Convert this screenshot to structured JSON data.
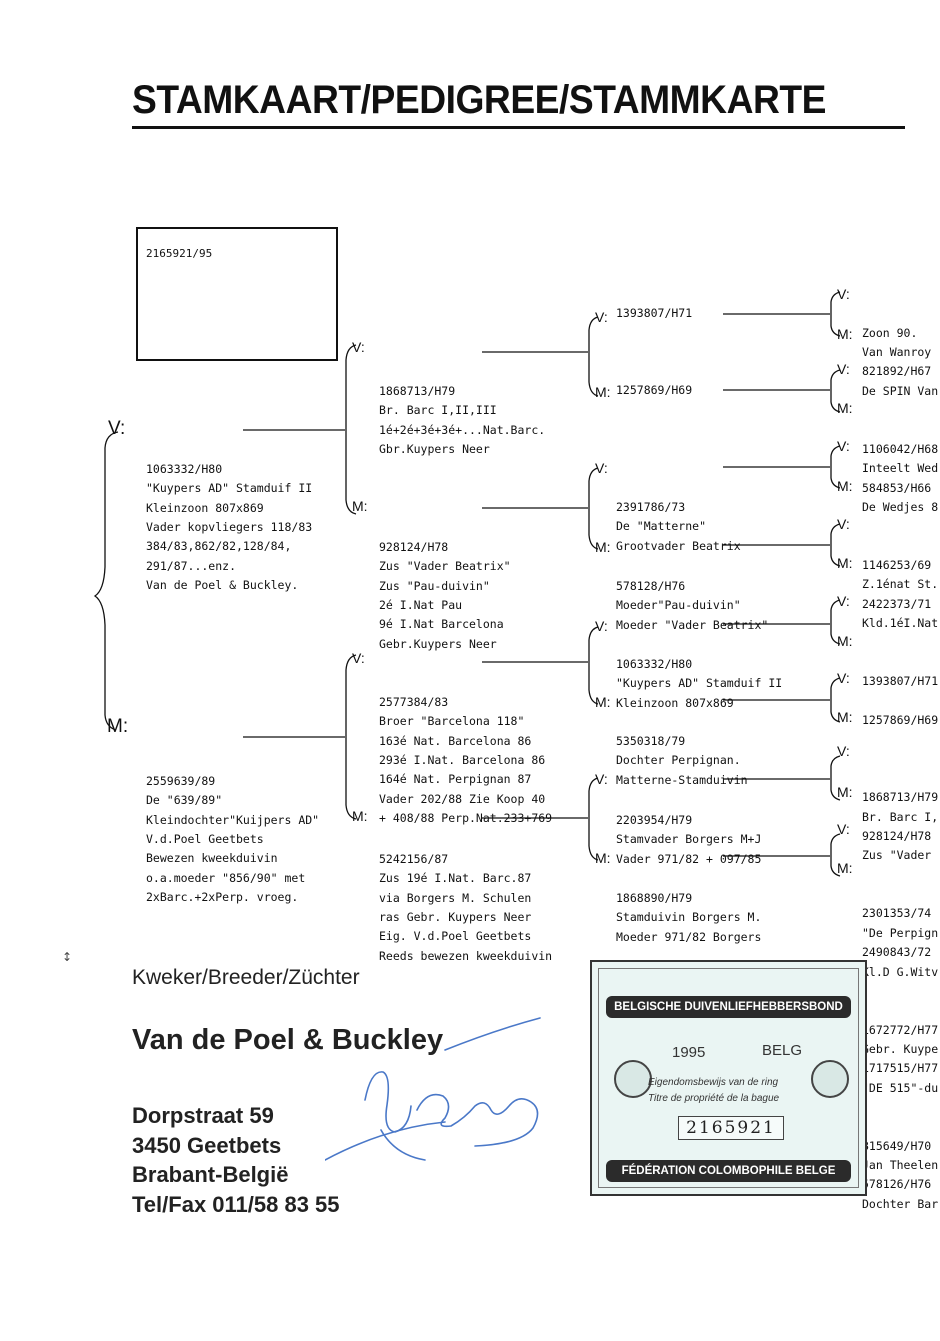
{
  "title": "STAMKAART/PEDIGREE/STAMMKARTE",
  "photo_ring": "2165921/95",
  "labels": {
    "v": "V:",
    "m": "M:"
  },
  "gen1": {
    "sire": [
      "1063332/H80",
      "\"Kuypers AD\" Stamduif II",
      "Kleinzoon 807x869",
      "Vader kopvliegers 118/83",
      "384/83,862/82,128/84,",
      "291/87...enz.",
      "Van de Poel & Buckley."
    ],
    "dam": [
      "2559639/89",
      "De \"639/89\"",
      "Kleindochter\"Kuijpers AD\"",
      "V.d.Poel Geetbets",
      "Bewezen kweekduivin",
      "o.a.moeder \"856/90\" met",
      "2xBarc.+2xPerp. vroeg."
    ]
  },
  "gen2": {
    "ss": [
      "1868713/H79",
      "Br. Barc I,II,III",
      "1é+2é+3é+3é+...Nat.Barc.",
      "Gbr.Kuypers Neer"
    ],
    "sd": [
      "928124/H78",
      "Zus \"Vader Beatrix\"",
      "Zus \"Pau-duivin\"",
      "2é I.Nat Pau",
      "9é I.Nat Barcelona",
      "Gebr.Kuypers Neer"
    ],
    "ds": [
      "2577384/83",
      "Broer \"Barcelona 118\"",
      "163é Nat. Barcelona 86",
      "293é I.Nat. Barcelona 86",
      "164é Nat. Perpignan 87",
      "Vader 202/88 Zie Koop 40",
      "+ 408/88 Perp.Nat.233+769"
    ],
    "dd": [
      "5242156/87",
      "Zus 19é I.Nat. Barc.87",
      "via Borgers M. Schulen",
      "ras Gebr. Kuypers Neer",
      "Eig. V.d.Poel Geetbets",
      "Reeds bewezen kweekduivin"
    ]
  },
  "gen3": {
    "b1": [
      "1393807/H71"
    ],
    "b2": [
      "1257869/H69"
    ],
    "b3": [
      "2391786/73",
      "De \"Matterne\"",
      "Grootvader Beatrix"
    ],
    "b4": [
      "578128/H76",
      "Moeder\"Pau-duivin\"",
      "Moeder \"Vader Beatrix\""
    ],
    "b5": [
      "1063332/H80",
      "\"Kuypers AD\" Stamduif II",
      "Kleinzoon 807x869"
    ],
    "b6": [
      "5350318/79",
      "Dochter Perpignan.",
      "Matterne-Stamduivin"
    ],
    "b7": [
      "2203954/H79",
      "Stamvader Borgers M+J",
      "Vader 971/82 + 097/85"
    ],
    "b8": [
      "1868890/H79",
      "Stamduivin Borgers M.",
      "Moeder 971/82 Borgers"
    ]
  },
  "gen4": [
    "Zoon 90.",
    "Van Wanroy",
    "821892/H67",
    "De SPIN Van",
    "1106042/H68",
    "Inteelt Wed",
    "584853/H66",
    "De Wedjes 8",
    "1146253/69",
    "Z.1énat St.",
    "2422373/71",
    "Kld.1éI.Nat",
    "1393807/H71",
    "",
    "1257869/H69",
    "",
    "1868713/H79",
    "Br. Barc I,",
    "928124/H78",
    "Zus \"Vader",
    "2301353/74",
    "\"De Perpign",
    "2490843/72",
    "Kl.D G.Witv",
    "1672772/H77",
    "Gebr. Kuype",
    "1717515/H77",
    "\"DE 515\"-du",
    "815649/H70",
    "Jan Theelen",
    "578126/H76",
    "Dochter Bar"
  ],
  "footer": {
    "label": "Kweker/Breeder/Züchter",
    "name": "Van de Poel & Buckley",
    "address": [
      "Dorpstraat 59",
      "3450 Geetbets",
      "Brabant-België",
      "Tel/Fax 011/58 83 55"
    ]
  },
  "ring_card": {
    "header": "BELGISCHE DUIVENLIEFHEBBERSBOND",
    "year": "1995",
    "country": "BELG",
    "owner_line1": "Eigendomsbewijs van de ring",
    "owner_line2": "Titre de propriété de la bague",
    "number": "2165921",
    "footer": "FÉDÉRATION COLOMBOPHILE BELGE"
  },
  "colors": {
    "ink": "#111111",
    "card_bg": "#eaf5f3",
    "signature": "#4a78c8"
  }
}
